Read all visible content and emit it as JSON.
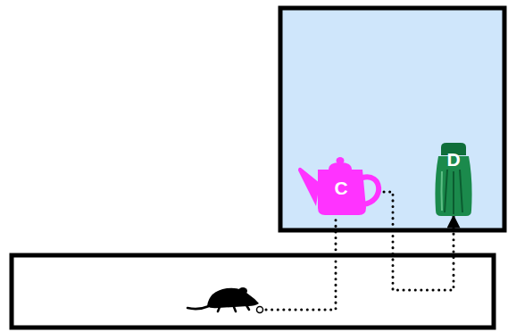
{
  "diagram": {
    "nodes": [
      {
        "text": [
          "C"
        ]
      },
      {
        "text": [
          "D"
        ]
      }
    ],
    "edges": [
      {
        "from": 0,
        "to": 1,
        "arrow": "to"
      }
    ]
  }
}
